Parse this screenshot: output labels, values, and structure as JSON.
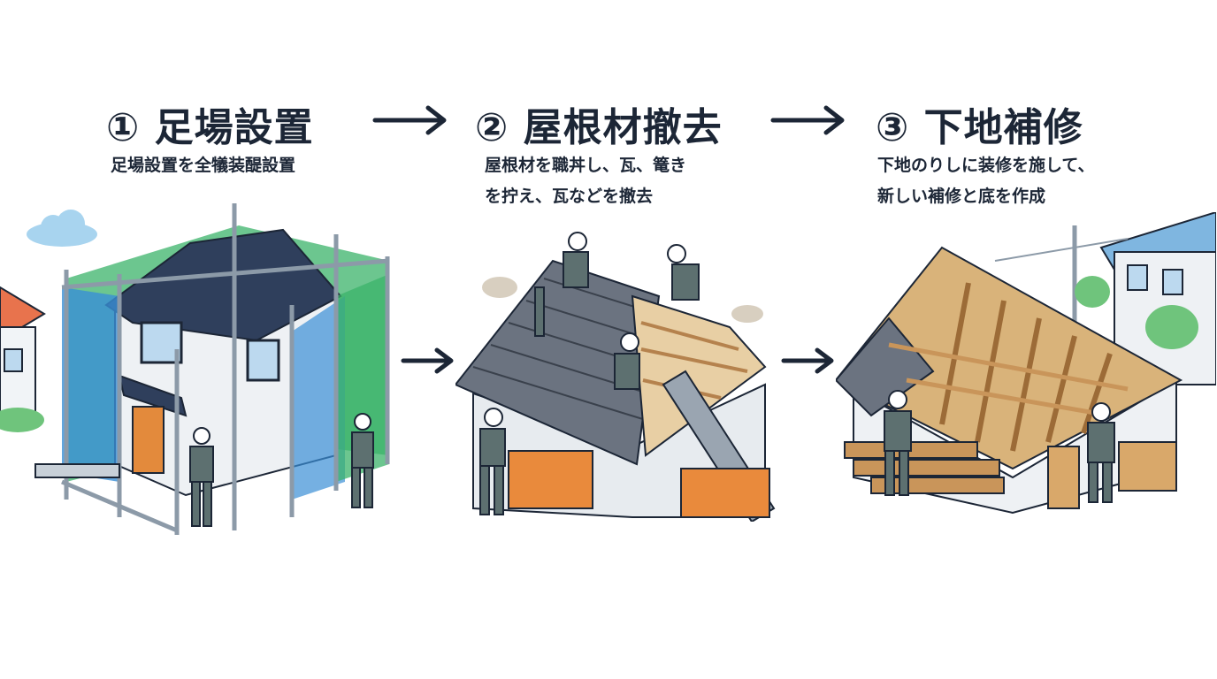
{
  "steps": [
    {
      "title": "① 足場設置",
      "desc_lines": [
        "足場設置を全犠装醍設置"
      ]
    },
    {
      "title": "② 屋根材撤去",
      "desc_lines": [
        "屋根材を職丼し、瓦、篭き",
        "を拧え、瓦などを撤去"
      ]
    },
    {
      "title": "③ 下地補修",
      "desc_lines": [
        "下地のりしに装修を施して、",
        "新しい補修と底を作成"
      ]
    }
  ],
  "colors": {
    "text": "#1c2636",
    "roof_blue": "#2f3f5c",
    "net_blue": "#3a8fd6",
    "net_green": "#3bb36a",
    "worker": "#5d7070",
    "wood": "#c9955a",
    "bin": "#e98a3c"
  }
}
